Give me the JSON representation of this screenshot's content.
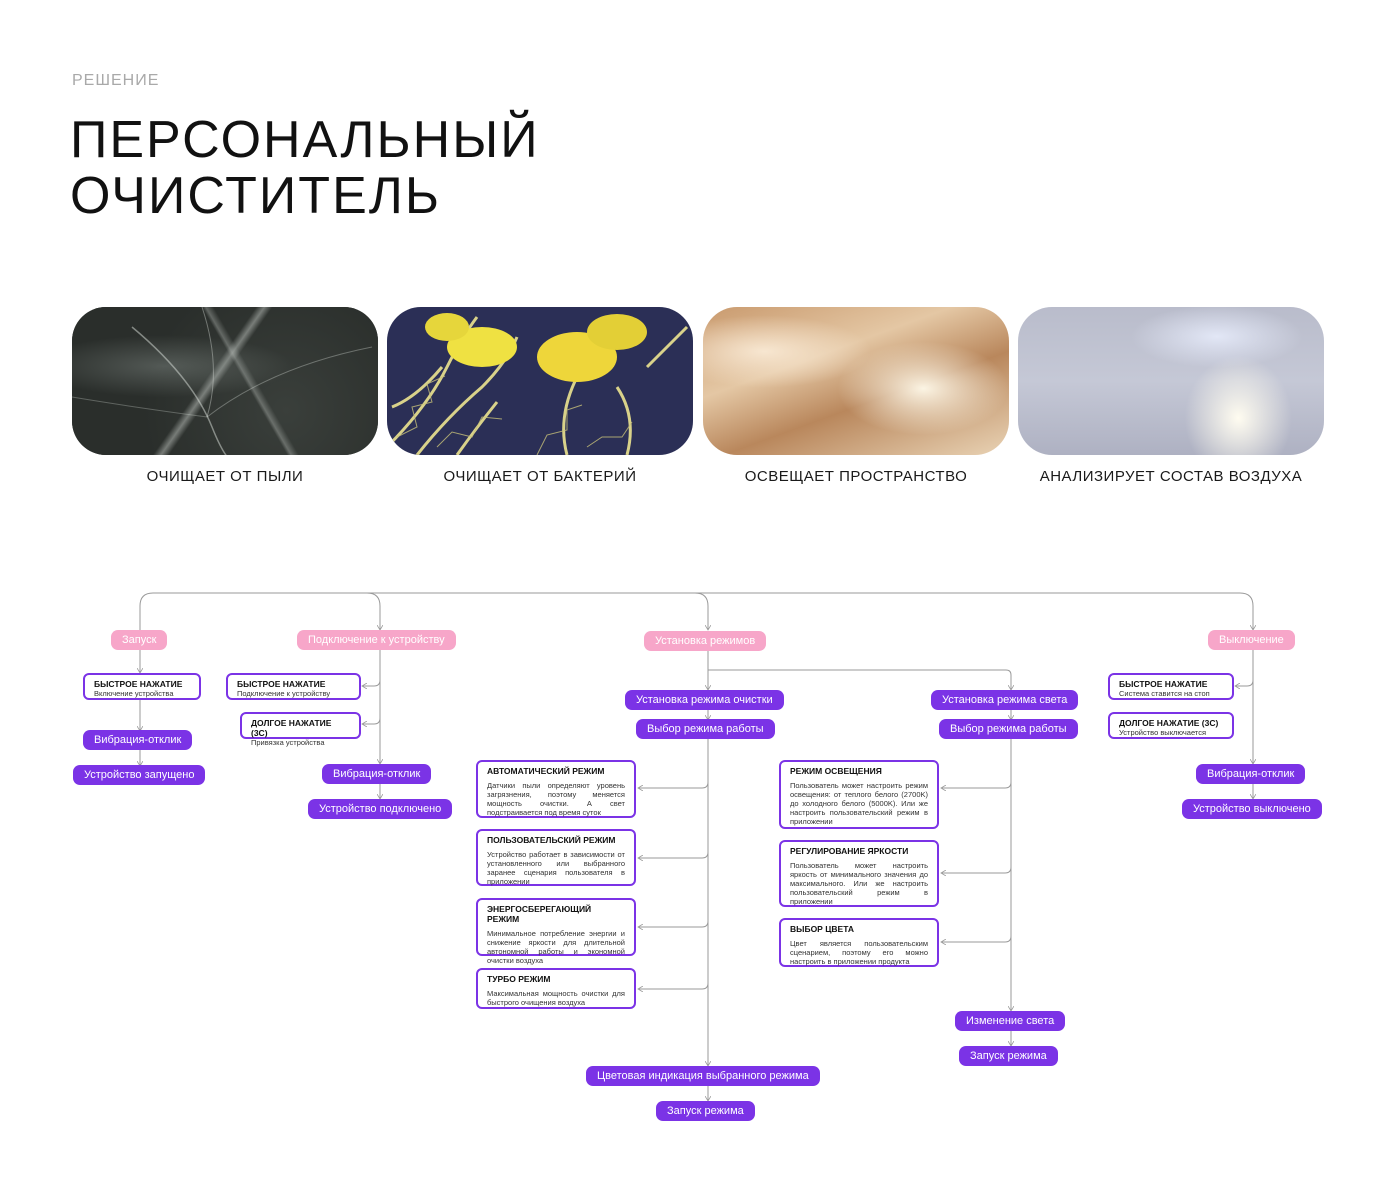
{
  "header": {
    "eyebrow": "РЕШЕНИЕ",
    "title_line1": "ПЕРСОНАЛЬНЫЙ",
    "title_line2": "ОЧИСТИТЕЛЬ"
  },
  "features": [
    {
      "caption": "ОЧИЩАЕТ ОТ ПЫЛИ"
    },
    {
      "caption": "ОЧИЩАЕТ ОТ БАКТЕРИЙ"
    },
    {
      "caption": "ОСВЕЩАЕТ ПРОСТРАНСТВО"
    },
    {
      "caption": "АНАЛИЗИРУЕТ СОСТАВ ВОЗДУХА"
    }
  ],
  "colors": {
    "pink": "#f7a6c9",
    "purple": "#7b33e6",
    "line": "#9a9a9a"
  },
  "flow": {
    "start": {
      "title": "Запуск",
      "box1_title": "БЫСТРОЕ НАЖАТИЕ",
      "box1_desc": "Включение устройства",
      "step1": "Вибрация-отклик",
      "step2": "Устройство запущено"
    },
    "connect": {
      "title": "Подключение к устройству",
      "box1_title": "БЫСТРОЕ НАЖАТИЕ",
      "box1_desc": "Подключение к устройству",
      "box2_title": "ДОЛГОЕ НАЖАТИЕ (3С)",
      "box2_desc": "Привязка устройства",
      "step1": "Вибрация-отклик",
      "step2": "Устройство подключено"
    },
    "modes": {
      "title": "Установка режимов",
      "clean": {
        "title": "Установка режима очистки",
        "select": "Выбор режима работы",
        "items": [
          {
            "title": "АВТОМАТИЧЕСКИЙ РЕЖИМ",
            "desc": "Датчики пыли определяют уровень загрязнения, поэтому меняется мощность очистки. А свет подстраивается под время суток"
          },
          {
            "title": "ПОЛЬЗОВАТЕЛЬСКИЙ РЕЖИМ",
            "desc": "Устройство работает в зависимости от установленного или выбранного заранее сценария пользователя в приложении"
          },
          {
            "title": "ЭНЕРГОСБЕРЕГАЮЩИЙ РЕЖИМ",
            "desc": "Минимальное потребление энергии и снижение яркости для длительной автономной работы и экономной очистки воздуха"
          },
          {
            "title": "ТУРБО РЕЖИМ",
            "desc": "Максимальная мощность очистки для быстрого очищения воздуха"
          }
        ],
        "indicator": "Цветовая индикация выбранного режима",
        "launch": "Запуск режима"
      },
      "light": {
        "title": "Установка режима света",
        "select": "Выбор режима работы",
        "items": [
          {
            "title": "РЕЖИМ ОСВЕЩЕНИЯ",
            "desc": "Пользователь может настроить режим освещения: от теплого белого (2700K) до холодного белого (5000K). Или же настроить пользовательский режим в приложении"
          },
          {
            "title": "РЕГУЛИРОВАНИЕ ЯРКОСТИ",
            "desc": "Пользователь может настроить яркость от минимального значения до максимального. Или же настроить пользовательский режим в приложении"
          },
          {
            "title": "ВЫБОР ЦВЕТА",
            "desc": "Цвет является пользовательским сценарием, поэтому его можно настроить в приложении продукта"
          }
        ],
        "change": "Изменение света",
        "launch": "Запуск режима"
      }
    },
    "off": {
      "title": "Выключение",
      "box1_title": "БЫСТРОЕ НАЖАТИЕ",
      "box1_desc": "Система ставится на стоп",
      "box2_title": "ДОЛГОЕ НАЖАТИЕ (3С)",
      "box2_desc": "Устройство выключается",
      "step1": "Вибрация-отклик",
      "step2": "Устройство выключено"
    }
  }
}
